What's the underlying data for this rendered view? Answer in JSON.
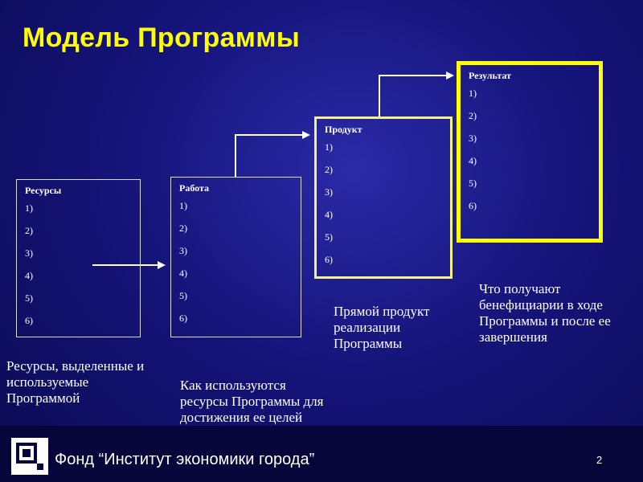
{
  "title": "Модель Программы",
  "colors": {
    "title": "#ffff00",
    "background": "#15147a",
    "box_border_bright": "#ffff00"
  },
  "boxes": [
    {
      "heading": "Ресурсы",
      "items": [
        "1)",
        "2)",
        "3)",
        "4)",
        "5)",
        "6)"
      ]
    },
    {
      "heading": "Работа",
      "items": [
        "1)",
        "2)",
        "3)",
        "4)",
        "5)",
        "6)"
      ]
    },
    {
      "heading": "Продукт",
      "items": [
        "1)",
        "2)",
        "3)",
        "4)",
        "5)",
        "6)"
      ]
    },
    {
      "heading": "Результат",
      "items": [
        "1)",
        "2)",
        "3)",
        "4)",
        "5)",
        "6)"
      ]
    }
  ],
  "descriptions": [
    "Ресурсы, выделенные и используемые Программой",
    "Как используются ресурсы Программы для достижения ее целей",
    "Прямой продукт реализации Программы",
    "Что получают бенефициарии в ходе Программы и после ее завершения"
  ],
  "footer": {
    "organization": "Фонд “Институт экономики города”",
    "page_number": "2"
  }
}
